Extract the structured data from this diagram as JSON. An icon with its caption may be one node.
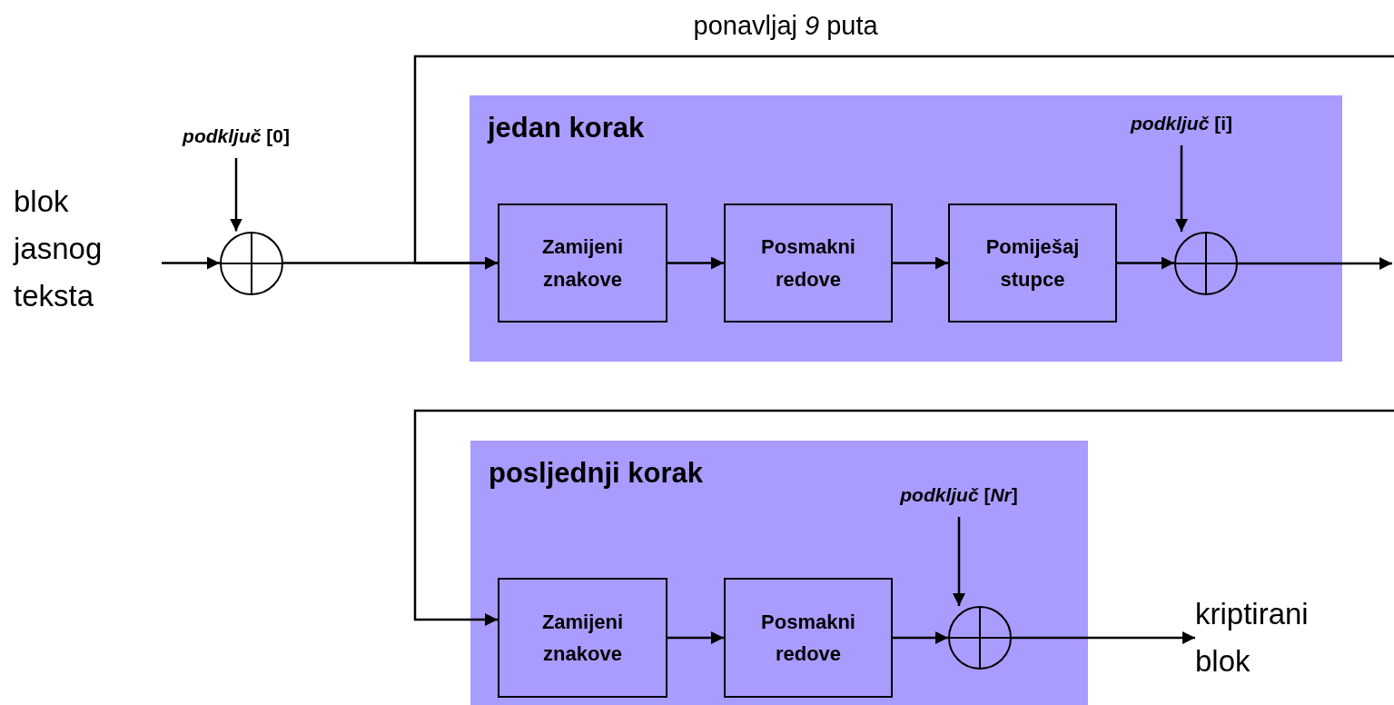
{
  "diagram": {
    "nodes": [
      {
        "text": [
          "blok jasnog teksta"
        ]
      },
      {
        "text": [
          "*podključ* [0]"
        ]
      },
      {
        "text": [],
        "shape": "circle"
      },
      {
        "text": [
          "jedan korak"
        ]
      },
      {
        "text": [
          "*podključ* [i]"
        ],
        "in": 3
      },
      {
        "text": [
          "Zamijeni znakove"
        ],
        "in": 3
      },
      {
        "text": [
          "Posmakni redove"
        ],
        "in": 3
      },
      {
        "text": [
          "Pomiješaj stupce"
        ],
        "in": 3
      },
      {
        "text": [],
        "shape": "circle",
        "in": 3
      },
      {
        "text": [
          "posljednji korak"
        ]
      },
      {
        "text": [
          "*podključ* [*Nr*]"
        ],
        "in": 9
      },
      {
        "text": [
          "Zamijeni znakove"
        ],
        "in": 9
      },
      {
        "text": [
          "Posmakni redove"
        ],
        "in": 9
      },
      {
        "text": [],
        "shape": "circle",
        "in": 9
      },
      {
        "text": [
          "kriptirani blok"
        ]
      }
    ],
    "edges": [
      {
        "from": 0,
        "to": 2,
        "arrow": "to"
      },
      {
        "from": 1,
        "to": 2,
        "arrow": "to"
      },
      {
        "from": 2,
        "to": 5,
        "arrow": "to"
      },
      {
        "from": null,
        "to": 5,
        "arrow": "to",
        "label": "ponavljaj *9* puta"
      },
      {
        "from": 5,
        "to": 6,
        "arrow": "to"
      },
      {
        "from": 6,
        "to": 7,
        "arrow": "to"
      },
      {
        "from": 7,
        "to": 8,
        "arrow": "to"
      },
      {
        "from": 4,
        "to": 8,
        "arrow": "to"
      },
      {
        "from": 8,
        "to": null,
        "arrow": "to"
      },
      {
        "from": null,
        "to": 11,
        "arrow": "to"
      },
      {
        "from": 11,
        "to": 12,
        "arrow": "to"
      },
      {
        "from": 12,
        "to": 13,
        "arrow": "to"
      },
      {
        "from": 10,
        "to": 13,
        "arrow": "to"
      },
      {
        "from": 13,
        "to": 14,
        "arrow": "to"
      }
    ]
  }
}
